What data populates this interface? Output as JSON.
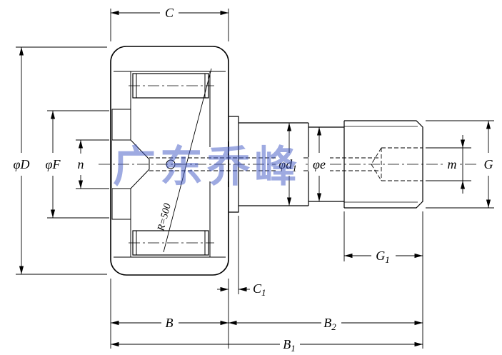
{
  "drawing": {
    "kind": "cam-follower bearing dimension drawing",
    "crown_radius_label": "R=500"
  },
  "watermark": "广东乔峰",
  "colors": {
    "line": "#000000",
    "watermark": "#3f57c5",
    "section_fill": "#ececec"
  },
  "dims": {
    "C": {
      "base": "C",
      "sub": ""
    },
    "D": {
      "base": "φD",
      "sub": ""
    },
    "F": {
      "base": "φF",
      "sub": ""
    },
    "n": {
      "base": "n",
      "sub": ""
    },
    "d1": {
      "base": "φd",
      "sub": "1"
    },
    "e": {
      "base": "φe",
      "sub": ""
    },
    "G": {
      "base": "G",
      "sub": ""
    },
    "m": {
      "base": "m",
      "sub": ""
    },
    "G1": {
      "base": "G",
      "sub": "1"
    },
    "C1": {
      "base": "C",
      "sub": "1"
    },
    "B": {
      "base": "B",
      "sub": ""
    },
    "B2": {
      "base": "B",
      "sub": "2"
    },
    "B1": {
      "base": "B",
      "sub": "1"
    }
  }
}
